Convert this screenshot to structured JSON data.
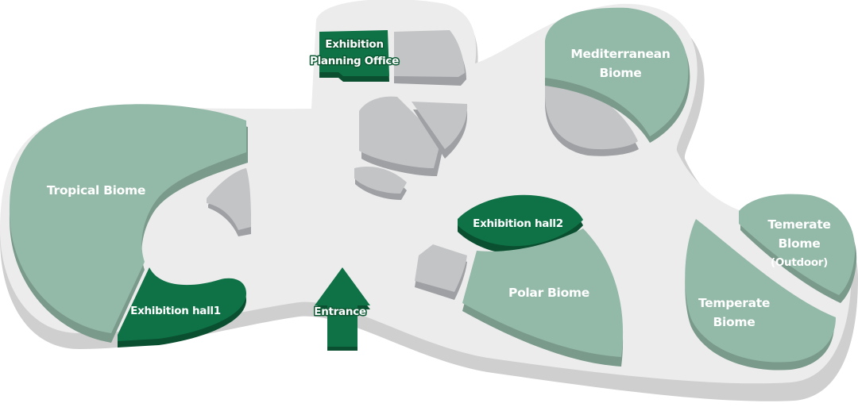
{
  "colors": {
    "floor_shadow": "#cfcfcf",
    "floor": "#ececec",
    "biome": "#93b9a8",
    "biome_shadow": "#7a9a8b",
    "hall": "#0e7246",
    "hall_shadow": "#0a4f30",
    "room": "#c3c4c6",
    "room_shadow": "#9ea0a3",
    "label": "#ffffff"
  },
  "zones": {
    "tropical": {
      "label": "Tropical Biome"
    },
    "mediterranean": {
      "label_line1": "Mediterranean",
      "label_line2": "Biome"
    },
    "polar": {
      "label": "Polar Biome"
    },
    "temperate": {
      "label_line1": "Temperate",
      "label_line2": "Biome"
    },
    "temerate_outdoor": {
      "label_line1": "Temerate",
      "label_line2": "Blome",
      "label_line3": "(Outdoor)"
    },
    "exhibition_hall1": {
      "label": "Exhibition hall1"
    },
    "exhibition_hall2": {
      "label": "Exhibition hall2"
    },
    "planning_office": {
      "label_line1": "Exhibition",
      "label_line2": "Planning Office"
    },
    "entrance": {
      "label": "Entrance"
    }
  },
  "icons": {
    "entrance": "up-arrow-icon"
  }
}
